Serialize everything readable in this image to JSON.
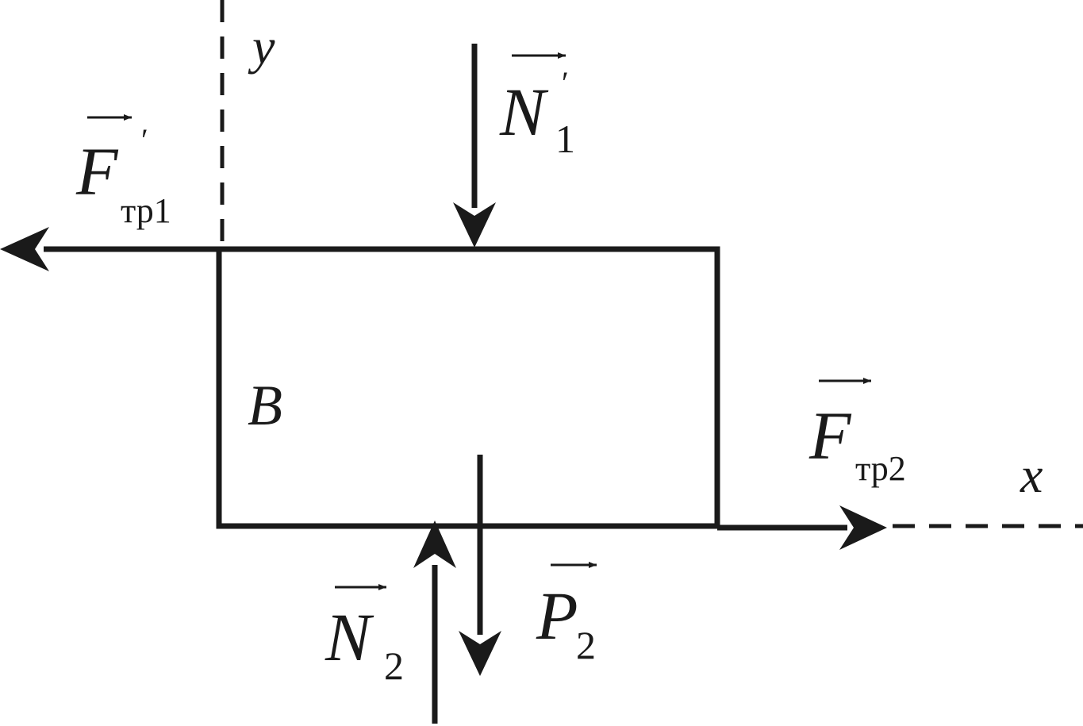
{
  "diagram": {
    "body_label": "B",
    "axes": {
      "x_label": "x",
      "y_label": "y"
    },
    "forces": {
      "friction_1": {
        "symbol": "F",
        "subscript": "тр1",
        "prime": "′"
      },
      "normal_1": {
        "symbol": "N",
        "subscript": "1",
        "prime": "′"
      },
      "friction_2": {
        "symbol": "F",
        "subscript": "тр2"
      },
      "normal_2": {
        "symbol": "N",
        "subscript": "2"
      },
      "weight_2": {
        "symbol": "P",
        "subscript": "2"
      }
    }
  }
}
